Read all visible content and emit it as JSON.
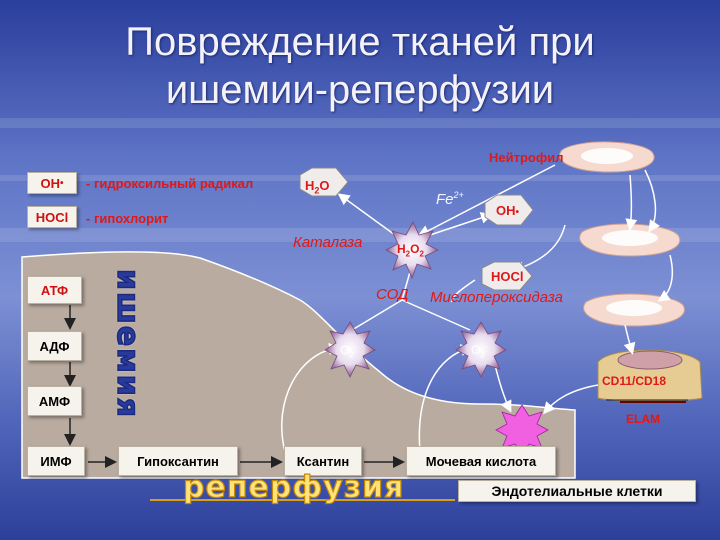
{
  "title": "Повреждение тканей при ишемии-реперфузии",
  "legend": {
    "oh_term": "OH",
    "oh_desc": "- гидроксильный радикал",
    "hocl_term": "HOCl",
    "hocl_desc": "- гипохлорит"
  },
  "cells": {
    "neutrophil_label": "Нейтрофил",
    "endothelial_label": "Эндотелиальные клетки",
    "cd_label": "CD11/CD18",
    "elam_label": "ELAM"
  },
  "chemistry": {
    "h2o": "H",
    "fe": "Fe",
    "oh": "OH",
    "catalase": "Каталаза",
    "h2o2": "H",
    "sod": "СОД",
    "hocl": "HOCl",
    "mpo": "Миелопероксидаза",
    "o2_radical_left": "O",
    "o2_radical_right": "O"
  },
  "pathway": {
    "atp": "АТФ",
    "adp": "АДФ",
    "amp": "АМФ",
    "imp": "ИМФ",
    "hypoxanthine": "Гипоксантин",
    "xanthine": "Ксантин",
    "uric_acid": "Мочевая кислота"
  },
  "labels": {
    "ischemia": "ишемия",
    "reperfusion": "реперфузия"
  },
  "colors": {
    "background": "#5f75c6",
    "label_red": "#e01818",
    "tissue": "#b9ab9f",
    "reperfusion_gold": "#d9a017"
  }
}
